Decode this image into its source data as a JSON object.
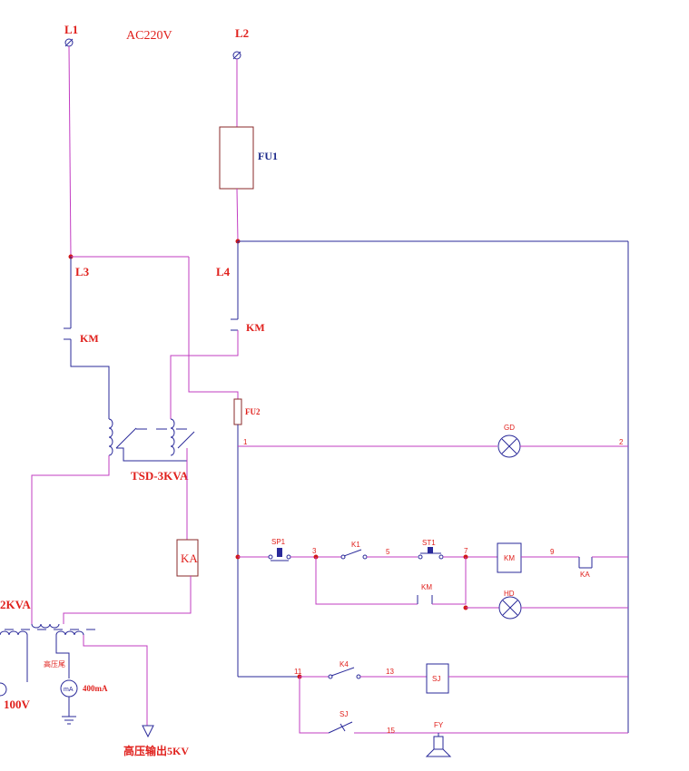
{
  "terminals": {
    "l1": "L1",
    "l2": "L2"
  },
  "supply": "AC220V",
  "nodes": {
    "l3": "L3",
    "l4": "L4"
  },
  "components": {
    "fu1": "FU1",
    "fu2": "FU2",
    "km_left": "KM",
    "km_right": "KM",
    "regulator": "TSD-3KVA",
    "ka_relay": "KA",
    "transformer": "2KVA",
    "voltmeter_value": "100V",
    "ma_meter_symbol": "mA",
    "ma_meter_value": "400mA",
    "small_note": "高压尾",
    "hv_output": "高压输出5KV"
  },
  "control_circuit": {
    "wire_1": "1",
    "wire_2": "2",
    "wire_3": "3",
    "wire_5": "5",
    "wire_7": "7",
    "wire_9": "9",
    "wire_11": "11",
    "wire_13": "13",
    "wire_15": "15",
    "gd": "GD",
    "sp1": "SP1",
    "k1": "K1",
    "st1": "ST1",
    "km_coil": "KM",
    "ka_contact": "KA",
    "km_aux": "KM",
    "hd": "HD",
    "k4": "K4",
    "sj_coil": "SJ",
    "sj_contact": "SJ",
    "fy": "FY"
  }
}
